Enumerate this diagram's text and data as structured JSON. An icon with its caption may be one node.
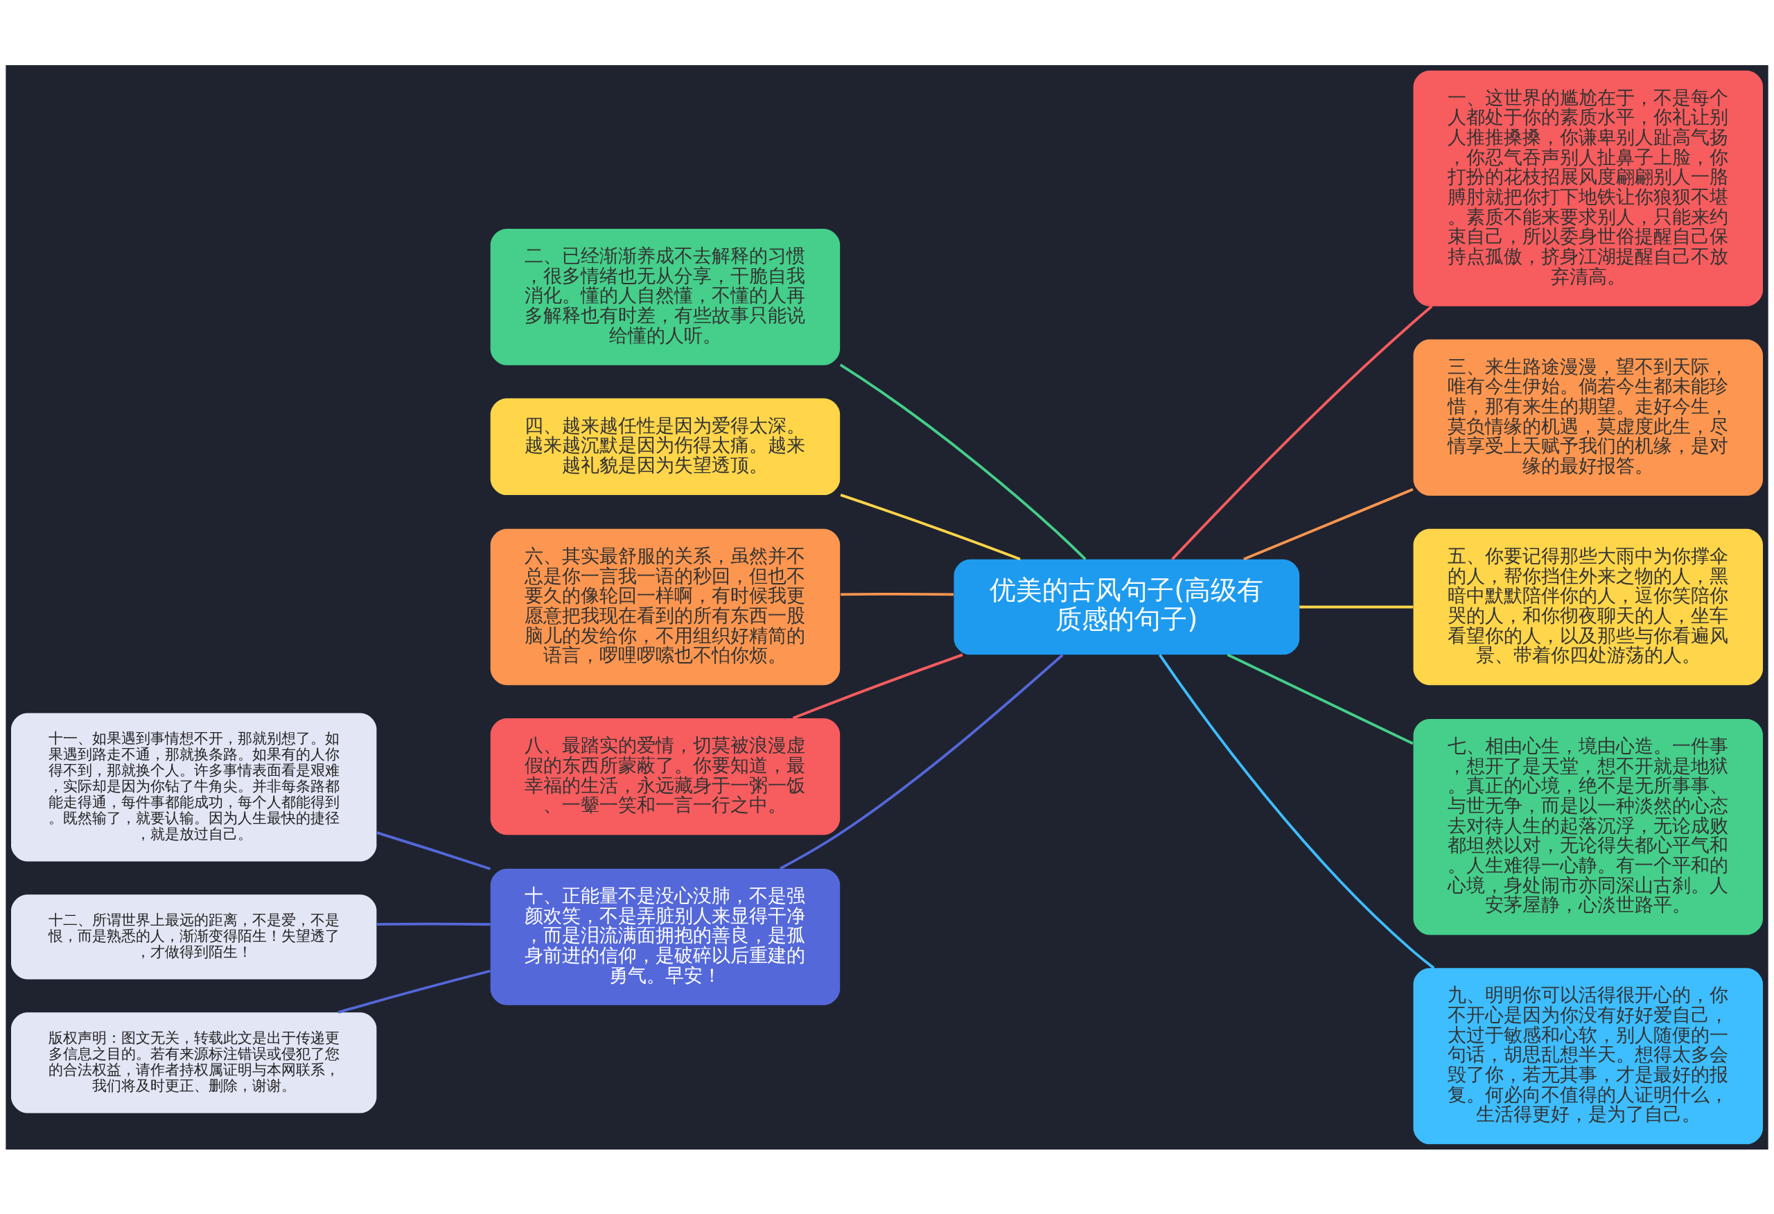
{
  "diagram": {
    "nodes": [
      {
        "text": [
          "优美的古风句子(高级有质感的句子)"
        ]
      },
      {
        "text": [
          "一、这世界的尴尬在于，不是每个人都处于你的素质水平，你礼让别人推推搡搡，你谦卑别人趾高气扬，你忍气吞声别人扯鼻子上脸，你打扮的花枝招展风度翩翩别人一胳膊肘就把你打下地铁让你狼狈不堪。素质不能来要求别人，只能来约束自己，所以委身世俗提醒自己保持点孤傲，挤身江湖提醒自己不放弃清高。"
        ]
      },
      {
        "text": [
          "三、来生路途漫漫，望不到天际，唯有今生伊始。倘若今生都未能珍惜，那有来生的期望。走好今生，莫负情缘的机遇，莫虚度此生，尽情享受上天赋予我们的机缘，是对缘的最好报答。"
        ]
      },
      {
        "text": [
          "五、你要记得那些大雨中为你撑伞的人，帮你挡住外来之物的人，黑暗中默默陪伴你的人，逗你笑陪你哭的人，和你彻夜聊天的人，坐车看望你的人，以及那些与你看遍风景、带着你四处游荡的人。"
        ]
      },
      {
        "text": [
          "七、相由心生，境由心造。一件事，想开了是天堂，想不开就是地狱。真正的心境，绝不是无所事事、与世无争，而是以一种淡然的心态去对待人生的起落沉浮，无论成败都坦然以对，无论得失都心平气和。人生难得一心静。有一个平和的心境，身处闹市亦同深山古刹。人安茅屋静，心淡世路平。"
        ]
      },
      {
        "text": [
          "九、明明你可以活得很开心的，你不开心是因为你没有好好爱自己，太过于敏感和心软，别人随便的一句话，胡思乱想半天。想得太多会毁了你，若无其事，才是最好的报复。何必向不值得的人证明什么，生活得更好，是为了自己。"
        ]
      },
      {
        "text": [
          "二、已经渐渐养成不去解释的习惯，很多情绪也无从分享，干脆自我消化。懂的人自然懂，不懂的人再多解释也有时差，有些故事只能说给懂的人听。"
        ]
      },
      {
        "text": [
          "四、越来越任性是因为爱得太深。越来越沉默是因为伤得太痛。越来越礼貌是因为失望透顶。"
        ]
      },
      {
        "text": [
          "六、其实最舒服的关系，虽然并不总是你一言我一语的秒回，但也不要久的像轮回一样啊，有时候我更愿意把我现在看到的所有东西一股脑儿的发给你，不用组织好精简的语言，啰哩啰嗦也不怕你烦。"
        ]
      },
      {
        "text": [
          "八、最踏实的爱情，切莫被浪漫虚假的东西所蒙蔽了。你要知道，最幸福的生活，永远藏身于一粥一饭、一颦一笑和一言一行之中。"
        ]
      },
      {
        "text": [
          "十、正能量不是没心没肺，不是强颜欢笑，不是弄脏别人来显得干净，而是泪流满面拥抱的善良，是孤身前进的信仰，是破碎以后重建的勇气。早安！"
        ]
      },
      {
        "text": [
          "十一、如果遇到事情想不开，那就别想了。如果遇到路走不通，那就换条路。如果有的人你得不到，那就换个人。许多事情表面看是艰难，实际却是因为你钻了牛角尖。并非每条路都能走得通，每件事都能成功，每个人都能得到。既然输了，就要认输。因为人生最快的捷径，就是放过自己。"
        ]
      },
      {
        "text": [
          "十二、所谓世界上最远的距离，不是爱，不是恨，而是熟悉的人，渐渐变得陌生！失望透了，才做得到陌生！"
        ]
      },
      {
        "text": [
          "版权声明：图文无关，转载此文是出于传递更多信息之目的。若有来源标注错误或侵犯了您的合法权益，请作者持权属证明与本网联系，我们将及时更正、删除，谢谢。"
        ]
      }
    ],
    "edges": [
      {
        "from": 0,
        "to": 1,
        "arrow": "none",
        "color": "#f75c5e"
      },
      {
        "from": 0,
        "to": 2,
        "arrow": "none",
        "color": "#fd9650"
      },
      {
        "from": 0,
        "to": 3,
        "arrow": "none",
        "color": "#ffd54a"
      },
      {
        "from": 0,
        "to": 4,
        "arrow": "none",
        "color": "#45cf8a"
      },
      {
        "from": 0,
        "to": 5,
        "arrow": "none",
        "color": "#3ebdff"
      },
      {
        "from": 0,
        "to": 6,
        "arrow": "none",
        "color": "#45cf8a"
      },
      {
        "from": 0,
        "to": 7,
        "arrow": "none",
        "color": "#ffd54a"
      },
      {
        "from": 0,
        "to": 8,
        "arrow": "none",
        "color": "#fd9650"
      },
      {
        "from": 0,
        "to": 9,
        "arrow": "none",
        "color": "#f75c5e"
      },
      {
        "from": 0,
        "to": 10,
        "arrow": "none",
        "color": "#5468d9"
      },
      {
        "from": 10,
        "to": 11,
        "arrow": "none",
        "color": "#5468d9"
      },
      {
        "from": 10,
        "to": 12,
        "arrow": "none",
        "color": "#5468d9"
      },
      {
        "from": 10,
        "to": 13,
        "arrow": "none",
        "color": "#5468d9"
      }
    ]
  }
}
